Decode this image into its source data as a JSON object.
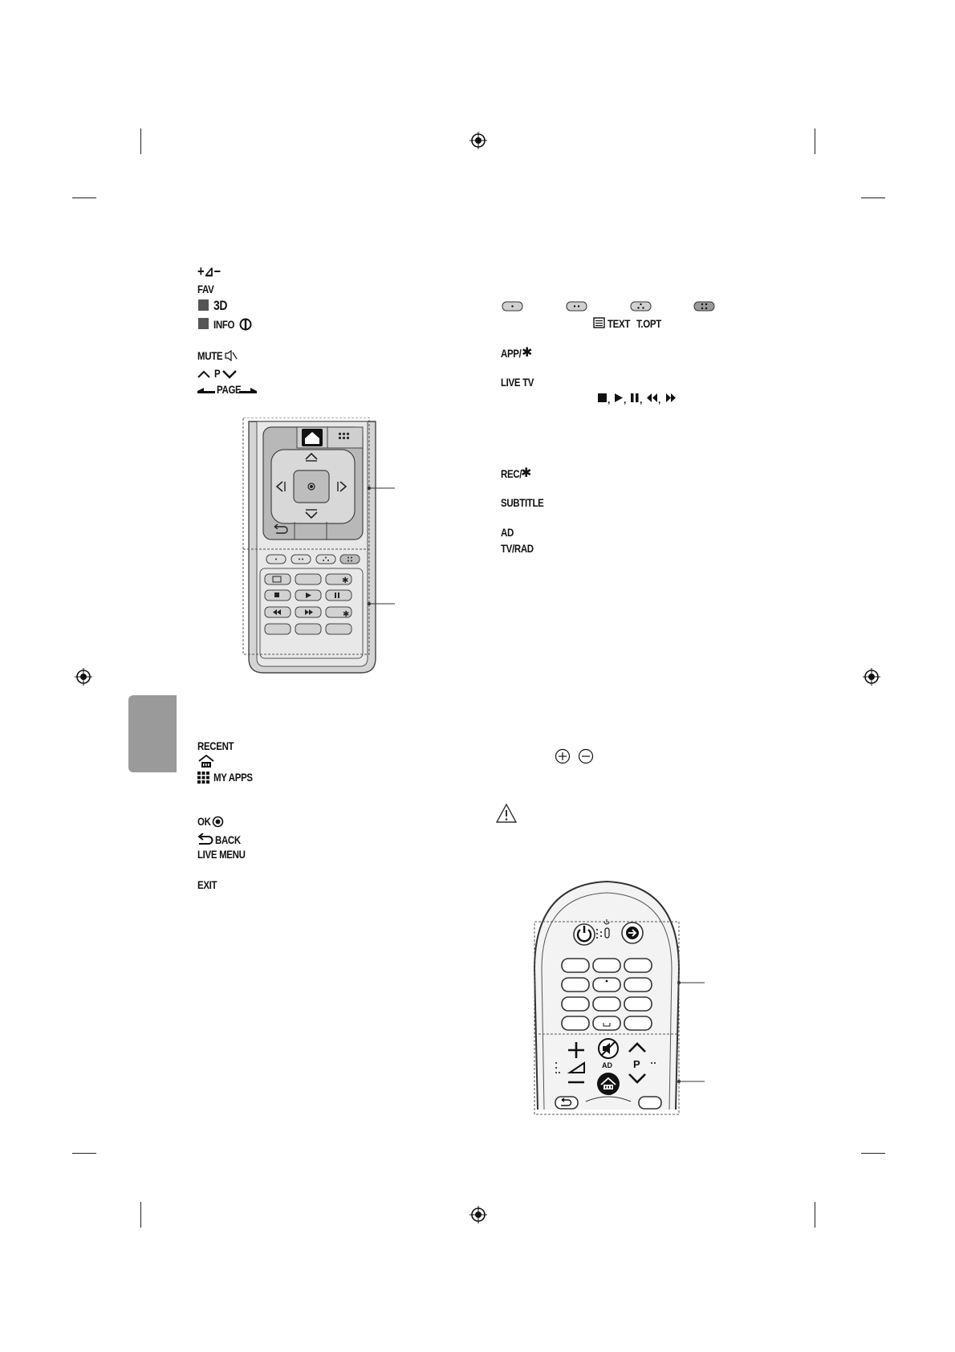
{
  "left_column": {
    "volume": "+⊿−",
    "fav": "FAV",
    "three_d": "3D",
    "info": "INFO",
    "mute": "MUTE",
    "program": "P",
    "page": "PAGE",
    "recent": "RECENT",
    "my_apps": "MY APPS",
    "ok": "OK",
    "back": "BACK",
    "live_menu": "LIVE MENU",
    "exit": "EXIT"
  },
  "right_column": {
    "text": "TEXT",
    "t_opt": "T.OPT",
    "app": "APP/",
    "live_tv": "LIVE TV",
    "rec": "REC/",
    "subtitle": "SUBTITLE",
    "ad": "AD",
    "tv_rad": "TV/RAD"
  },
  "magic_remote": {
    "ad_label": "AD",
    "p_label": "P"
  },
  "colors": {
    "remote_gray": "#c8c8c8",
    "remote_dark": "#a0a0a0",
    "side_tab": "#9a9a9a"
  }
}
